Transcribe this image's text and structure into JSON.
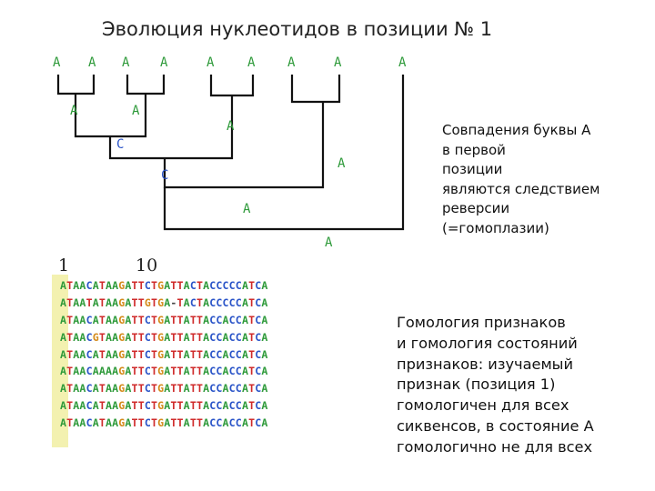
{
  "title": "Эволюция нуклеотидов в позиции № 1",
  "colors": {
    "A": "#2e9a3a",
    "C": "#2a54c8",
    "T": "#cf2a2a",
    "G": "#d48a1a",
    "highlight": "#f3f1b0"
  },
  "tree": {
    "leaves": [
      "A",
      "A",
      "A",
      "A",
      "A",
      "A",
      "A",
      "A",
      "A"
    ],
    "internal": [
      "A",
      "A",
      "C",
      "A",
      "C",
      "A",
      "A",
      "A"
    ]
  },
  "ruler": {
    "start": "1",
    "mark": "10"
  },
  "sequences": [
    "ATAACATAAGATTCTGATTACTACCCCCATCA",
    "ATAATATAAGATTGTGA-TACTACCCCCATCA",
    "ATAACATAAGATTCTGATTATTACCACCATCA",
    "ATAACGTAAGATTCTGATTATTACCACCATCA",
    "ATAACATAAGATTCTGATTATTACCACCATCA",
    "ATAACAAAAGATTCTGATTATTACCACCATCA",
    "ATAACATAAGATTCTGATTATTACCACCATCA",
    "ATAACATAAGATTCTGATTATTACCACCATCA",
    "ATAACATAAGATTCTGATTATTACCACCATCA"
  ],
  "note1": {
    "lines": [
      "Совпадения буквы А",
      "в первой",
      "позиции",
      "являются следствием",
      "реверсии",
      "(=гомоплазии)"
    ]
  },
  "note2": {
    "lines": [
      "Гомология признаков",
      "и гомология состояний",
      "признаков: изучаемый",
      "признак (позиция 1)",
      "гомологичен для всех",
      "сиквенсов, в состояние А",
      "гомологично не для всех"
    ]
  }
}
